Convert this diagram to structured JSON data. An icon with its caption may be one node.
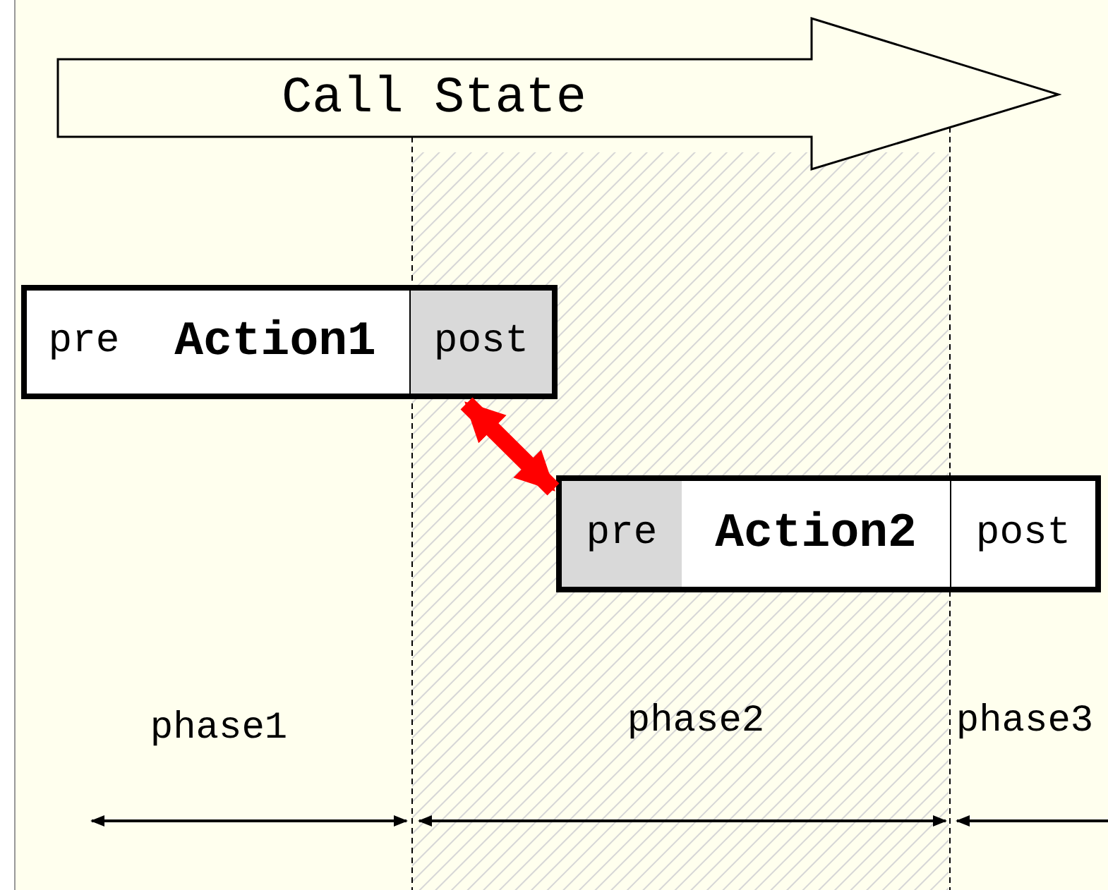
{
  "diagram": {
    "nodes": [
      {
        "text": [
          "Call State"
        ]
      },
      {
        "text": [
          "pre"
        ]
      },
      {
        "text": [
          "Action1"
        ]
      },
      {
        "text": [
          "post"
        ]
      },
      {
        "text": [
          "pre"
        ]
      },
      {
        "text": [
          "Action2"
        ]
      },
      {
        "text": [
          "post"
        ]
      }
    ],
    "edges": [
      {
        "from": 3,
        "to": 4,
        "arrow": "both",
        "color": "#ff0000"
      }
    ],
    "labels": [
      "phase1",
      "phase2",
      "phase3"
    ]
  }
}
